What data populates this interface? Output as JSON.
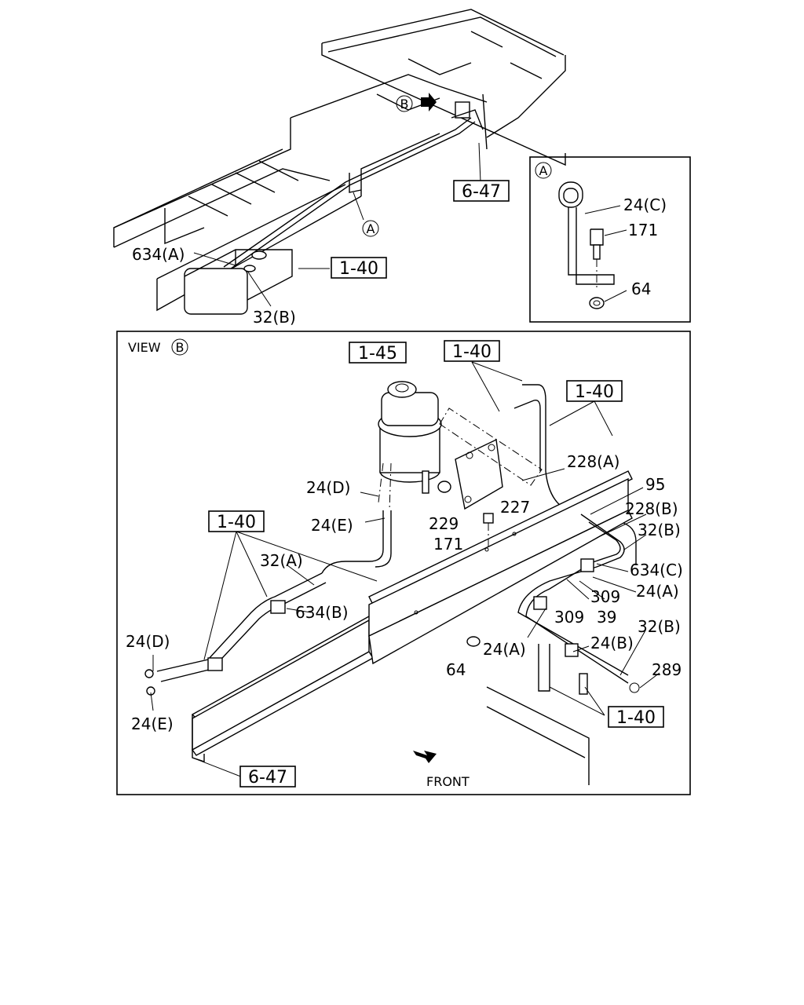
{
  "top_view": {
    "circle_b": "B",
    "circle_a": "A",
    "label_634a": "634(A)",
    "label_32b": "32(B)",
    "ref_6_47": "6-47",
    "ref_1_40": "1-40"
  },
  "detail_a": {
    "circle": "A",
    "label_24c": "24(C)",
    "label_171": "171",
    "label_64": "64"
  },
  "view_b": {
    "title_prefix": "VIEW",
    "circle": "B",
    "ref_1_45": "1-45",
    "ref_1_40_top": "1-40",
    "ref_1_40_right": "1-40",
    "ref_1_40_left": "1-40",
    "ref_1_40_bottom": "1-40",
    "ref_6_47": "6-47",
    "labels": {
      "l_228a": "228(A)",
      "l_95": "95",
      "l_228b": "228(B)",
      "l_32b_top": "32(B)",
      "l_634c": "634(C)",
      "l_24a_right": "24(A)",
      "l_309_a": "309",
      "l_309_b": "309",
      "l_39": "39",
      "l_32b_mid": "32(B)",
      "l_24b": "24(B)",
      "l_289": "289",
      "l_24a_mid": "24(A)",
      "l_64": "64",
      "l_24d_top": "24(D)",
      "l_24e_top": "24(E)",
      "l_229": "229",
      "l_227": "227",
      "l_171": "171",
      "l_32a": "32(A)",
      "l_634b": "634(B)",
      "l_24d_left": "24(D)",
      "l_24e_left": "24(E)",
      "front": "FRONT"
    }
  }
}
